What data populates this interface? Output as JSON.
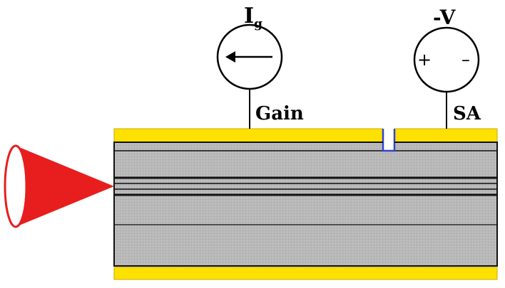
{
  "labels": {
    "gain_source_symbol": "I",
    "gain_source_subscript": "g",
    "sa_source_label": "-V",
    "gain_section": "Gain",
    "sa_section": "SA",
    "plus_sign": "+",
    "minus_sign": "–"
  },
  "colors": {
    "contact": "#ffe100",
    "contact_edge": "#c9a800",
    "waveguide_body": "#b8b8b8",
    "gap_trench": "#3344cc",
    "beam": "#e81e1e",
    "layer_line": "#111111"
  },
  "icons": {
    "gain_source": "current-source-arrow-left-icon",
    "sa_source": "voltage-source-icon",
    "output_beam": "output-beam-cone-icon"
  }
}
